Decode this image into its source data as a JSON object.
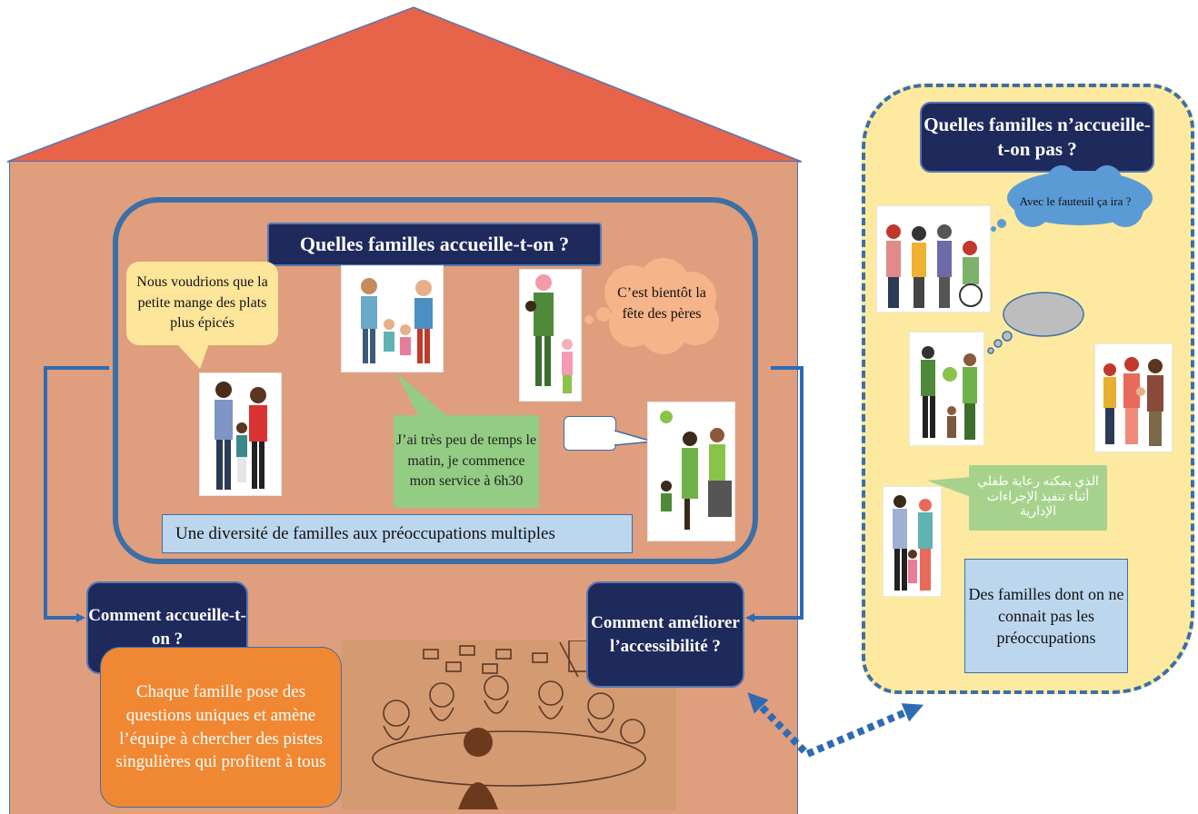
{
  "colors": {
    "roof": "#e5644a",
    "wall": "#df9e7d",
    "navy": "#1e2a5c",
    "frame_blue": "#3c6fa6",
    "panel_yellow": "#fde9a0",
    "bubble_yellow": "#fde59a",
    "bubble_green": "#93cc83",
    "bubble_peach": "#f5b48a",
    "bubble_blue": "#5b9bd5",
    "orange": "#f08833",
    "light_blue": "#bcd6ee"
  },
  "house": {
    "title": "Quelles familles accueille-t-on ?",
    "bubble_spicy": "Nous voudrions que la petite mange des plats plus épicés",
    "bubble_peres": "C’est bientôt la fête des pères",
    "bubble_morning": "J’ai très peu de temps le matin, je commence mon service à 6h30",
    "bubble_empty": "",
    "diversity": "Une diversité de familles aux préoccupations multiples",
    "photos": [
      "family-photo",
      "family-photo",
      "family-photo",
      "family-photo"
    ]
  },
  "bottom": {
    "comment_title": "Comment accueille-t-on ?",
    "ameliorer_title": "Comment améliorer l’accessibilité ?",
    "orange_text": "Chaque famille pose des questions uniques et amène l’équipe à chercher des pistes singulières qui profitent à tous"
  },
  "cloud": {
    "title": "Quelles familles n’accueille-t-on pas ?",
    "bubble_fauteuil": "Avec le fauteuil ça ira ?",
    "bubble_grey": "",
    "bubble_arabic": "الذي يمكنه رعاية طفلي أثناء تنفيذ الإجراءات الإدارية",
    "unknown_box": "Des familles dont on ne connait pas les préoccupations",
    "photos": [
      "family-photo",
      "family-photo",
      "family-photo",
      "family-photo"
    ]
  }
}
